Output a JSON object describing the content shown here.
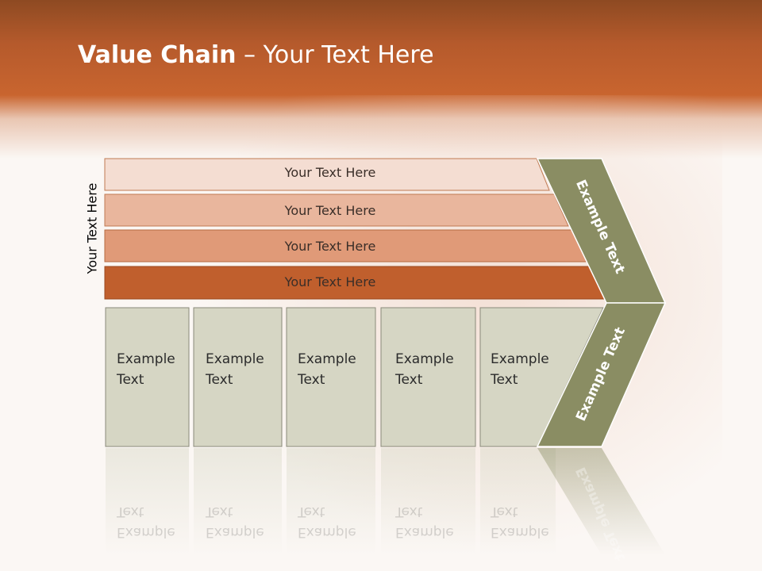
{
  "slide": {
    "title_bold": "Value Chain",
    "title_rest": " – Your Text Here"
  },
  "side_label": "Your Text Here",
  "rows": [
    {
      "label": "Your Text Here",
      "color": "#f4ddd2"
    },
    {
      "label": "Your Text Here",
      "color": "#e9b69d"
    },
    {
      "label": "Your Text Here",
      "color": "#e09a78"
    },
    {
      "label": "Your Text Here",
      "color": "#c05f2d"
    }
  ],
  "boxes": [
    {
      "line1": "Example",
      "line2": "Text"
    },
    {
      "line1": "Example",
      "line2": "Text"
    },
    {
      "line1": "Example",
      "line2": "Text"
    },
    {
      "line1": "Example",
      "line2": "Text"
    },
    {
      "line1": "Example",
      "line2": "Text"
    }
  ],
  "chevron": {
    "upper_label": "Example Text",
    "lower_label": "Example Text",
    "color": "#8a8d63"
  },
  "colors": {
    "header": "#c9652f",
    "box_fill": "#d6d6c4",
    "box_stroke": "#8a8a7a"
  }
}
